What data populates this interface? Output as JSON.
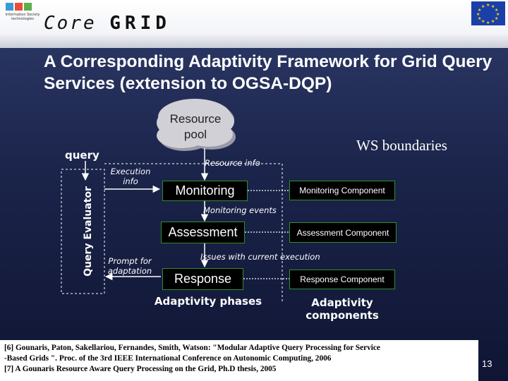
{
  "header": {
    "left_logo_text": "Information Society technologies",
    "brand": "Core",
    "brand_bold": "GRID"
  },
  "title": "A Corresponding Adaptivity Framework for Grid Query Services (extension to OGSA-DQP)",
  "diagram": {
    "resource_pool": "Resource pool",
    "ws_boundaries": "WS boundaries",
    "query": "query",
    "query_evaluator": "Query Evaluator",
    "execution_info": "Execution info",
    "resource_info": "Resource info",
    "monitoring_events": "Monitoring events",
    "issues": "Issues with current execution",
    "prompt": "Prompt for adaptation",
    "phases": [
      "Monitoring",
      "Assessment",
      "Response"
    ],
    "components": [
      "Monitoring Component",
      "Assessment Component",
      "Response Component"
    ],
    "phases_caption": "Adaptivity phases",
    "components_caption": "Adaptivity components",
    "colors": {
      "box_border": "#2f8f2f",
      "box_fill": "#000000",
      "background": "#1b244a"
    }
  },
  "references": [
    "[6] Gounaris, Paton, Sakellariou, Fernandes, Smith, Watson: \"Modular Adaptive Query Processing for Service",
    "-Based Grids \". Proc. of the 3rd IEEE International Conference on Autonomic Computing, 2006",
    "[7] A Gounaris Resource Aware Query Processing on the Grid, Ph.D thesis, 2005"
  ],
  "page_number": "13"
}
